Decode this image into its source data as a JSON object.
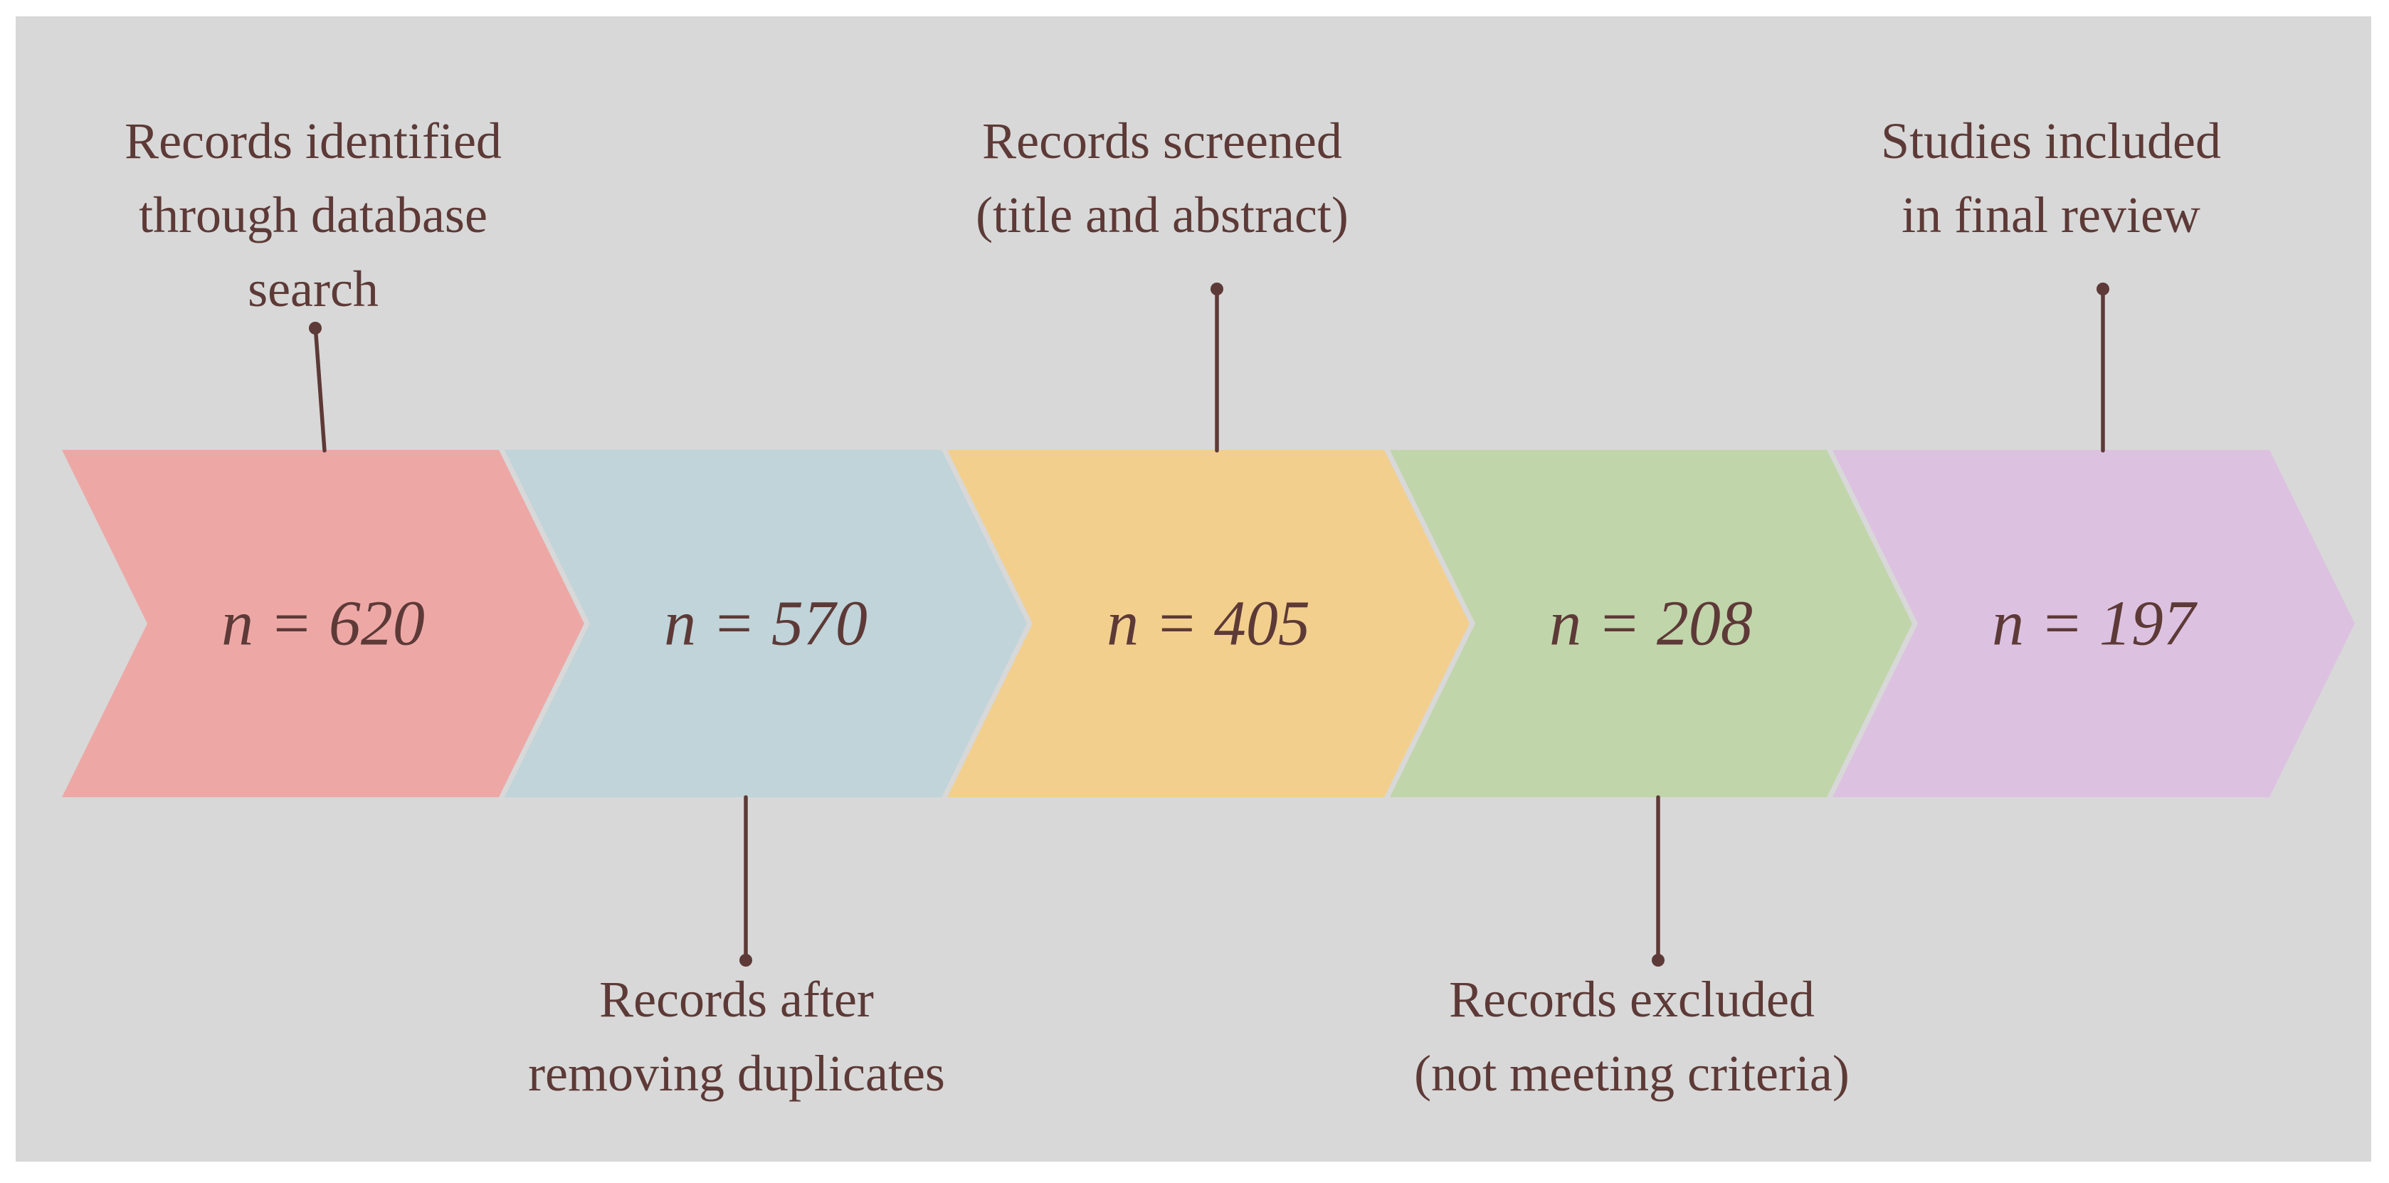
{
  "theme": {
    "page_background": "#ffffff",
    "panel_color": "#d8d8d8",
    "text_color": "#5d3a37",
    "connector_color": "#5d3a37"
  },
  "diagram": {
    "kind": "horizontal chevron process flow (study selection funnel)"
  },
  "chart_data": {
    "type": "funnel",
    "categories": [
      "Records identified through database search",
      "Records after removing duplicates",
      "Records screened (title and abstract)",
      "Records excluded (not meeting criteria)",
      "Studies included in final review"
    ],
    "values": [
      620,
      570,
      405,
      208,
      197
    ],
    "title": "",
    "legend": "none",
    "orientation": "left-to-right"
  },
  "steps": [
    {
      "label": "Records identified through database search",
      "label_lines": [
        "Records identified",
        "through database",
        "search"
      ],
      "label_position": "above",
      "value": 620,
      "value_text": "n = 620",
      "color": "#eda8a6"
    },
    {
      "label": "Records after removing duplicates",
      "label_lines": [
        "Records after",
        "removing duplicates"
      ],
      "label_position": "below",
      "value": 570,
      "value_text": "n = 570",
      "color": "#c0d4d9"
    },
    {
      "label": "Records screened (title and abstract)",
      "label_lines": [
        "Records screened",
        "(title and abstract)"
      ],
      "label_position": "above",
      "value": 405,
      "value_text": "n = 405",
      "color": "#f2cf8d"
    },
    {
      "label": "Records excluded (not meeting criteria)",
      "label_lines": [
        "Records excluded",
        "(not meeting criteria)"
      ],
      "label_position": "below",
      "value": 208,
      "value_text": "n = 208",
      "color": "#c1d5ab"
    },
    {
      "label": "Studies included in final review",
      "label_lines": [
        "Studies included",
        "in final review"
      ],
      "label_position": "above",
      "value": 197,
      "value_text": "n = 197",
      "color": "#dcc2e0"
    }
  ]
}
